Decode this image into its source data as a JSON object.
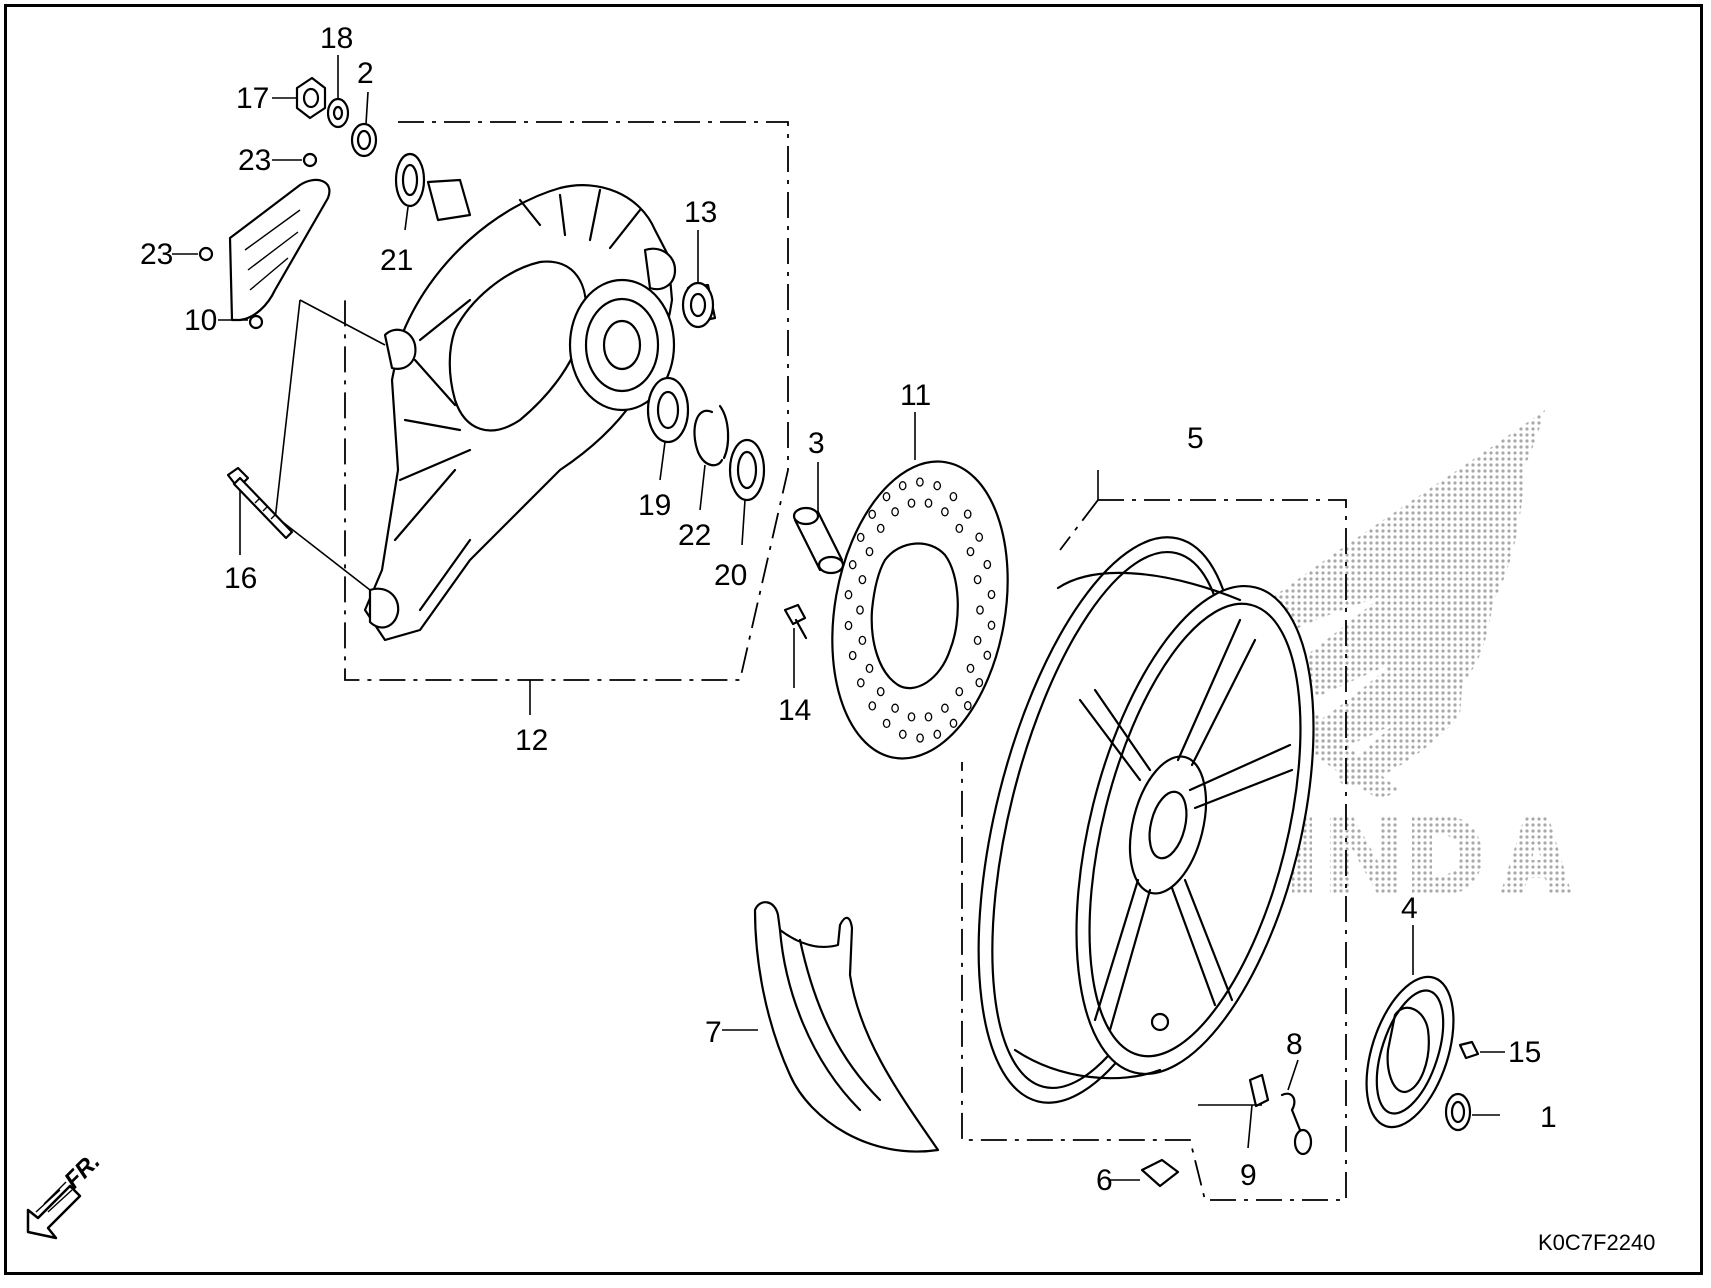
{
  "diagram": {
    "callouts": {
      "p1": "1",
      "p2": "2",
      "p3": "3",
      "p4": "4",
      "p5": "5",
      "p6": "6",
      "p7": "7",
      "p8": "8",
      "p9": "9",
      "p10": "10",
      "p11": "11",
      "p12": "12",
      "p13": "13",
      "p14": "14",
      "p15": "15",
      "p16": "16",
      "p17": "17",
      "p18": "18",
      "p19": "19",
      "p20": "20",
      "p21": "21",
      "p22": "22",
      "p23a": "23",
      "p23b": "23"
    },
    "front_indicator": "FR.",
    "watermark_brand": "HONDA",
    "drawing_code": "K0C7F2240"
  },
  "colors": {
    "ink": "#000000",
    "paper": "#ffffff",
    "watermark": "#b8b8b8"
  }
}
